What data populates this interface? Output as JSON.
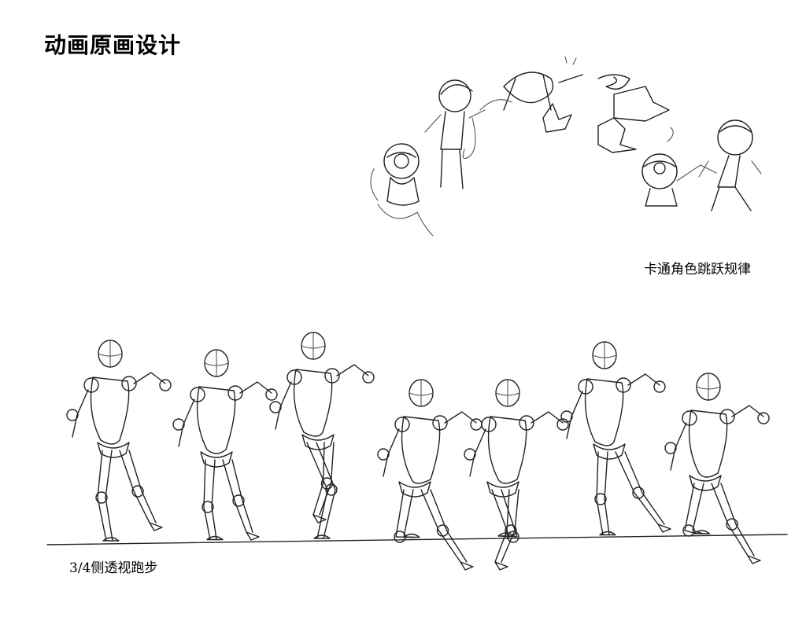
{
  "title": "动画原画设计",
  "jump_section": {
    "caption": "卡通角色跳跃规律"
  },
  "run_section": {
    "caption": "3/4侧透视跑步"
  }
}
